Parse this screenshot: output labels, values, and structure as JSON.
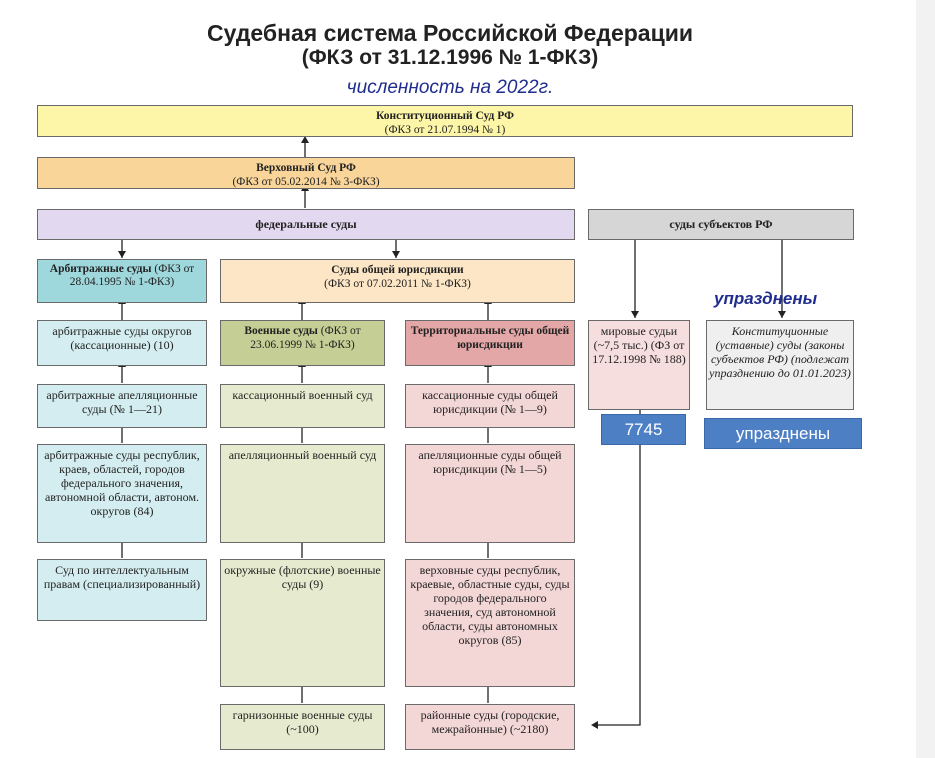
{
  "title": {
    "line1": "Судебная система Российской Федерации",
    "line2": "(ФКЗ от 31.12.1996 № 1-ФКЗ)",
    "subtitle": "численность на 2022г."
  },
  "nodes": {
    "constitutional": {
      "name": "Конституционный Суд РФ",
      "law": "(ФКЗ от 21.07.1994 № 1)"
    },
    "supreme": {
      "name": "Верховный Суд РФ",
      "law": "(ФКЗ от 05.02.2014 № 3-ФКЗ)"
    },
    "federal": {
      "name": "федеральные суды"
    },
    "subjects": {
      "name": "суды субъектов РФ"
    },
    "arbitrage": {
      "name": "Арбитражные суды",
      "law": "(ФКЗ от 28.04.1995 № 1-ФКЗ)"
    },
    "general": {
      "name": "Суды общей юрисдикции",
      "law": "(ФКЗ от 07.02.2011 № 1-ФКЗ)"
    },
    "military": {
      "name": "Военные суды",
      "law": "(ФКЗ от 23.06.1999 № 1-ФКЗ)"
    },
    "territorial": {
      "name": "Территориальные суды общей юрисдикции"
    },
    "arb_cass": {
      "text": "арбитражные суды округов (кассационные) (10)"
    },
    "arb_appeal": {
      "text": "арбитражные апелляционные суды (№ 1—21)"
    },
    "arb_regional": {
      "text": "арбитражные суды республик, краев, областей, городов федерального значения, автономной области, автоном. округов (84)"
    },
    "ip_court": {
      "text": "Суд по интеллектуальным правам (специализированный)"
    },
    "mil_cass": {
      "text": "кассационный военный суд"
    },
    "mil_appeal": {
      "text": "апелляционный военный суд"
    },
    "mil_district": {
      "text": "окружные (флотские) военные суды (9)"
    },
    "mil_garrison": {
      "text": "гарнизонные военные суды (~100)"
    },
    "ter_cass": {
      "text": "кассационные суды общей юрисдикции (№ 1—9)"
    },
    "ter_appeal": {
      "text": "апелляционные суды общей юрисдикции (№ 1—5)"
    },
    "ter_regional": {
      "text": "верховные суды республик, краевые, областные суды, суды городов федерального значения, суд автономной области, суды автономных округов (85)"
    },
    "ter_district": {
      "text": "районные суды (городские, межрайонные) (~2180)"
    },
    "magistrates": {
      "text": "мировые судьи (~7,5 тыс.) (ФЗ от 17.12.1998 № 188)"
    },
    "const_subjects": {
      "text": "Конституционные (уставные) суды (законы субъектов РФ) (подлежат упразднению до 01.01.2023)"
    }
  },
  "annotations": {
    "abolished_top": "упразднены",
    "magistrates_count": "7745",
    "abolished_tag": "упразднены"
  },
  "colors": {
    "yellow": "#fdf6a8",
    "orange": "#f9d59a",
    "purple": "#e2d8ef",
    "grey": "#d6d6d6",
    "teal": "#9ed7dc",
    "green": "#c5cf95",
    "pink": "#e3a7a7",
    "tag_blue": "#4d7fc4",
    "annot_blue": "#1f2d8f"
  }
}
